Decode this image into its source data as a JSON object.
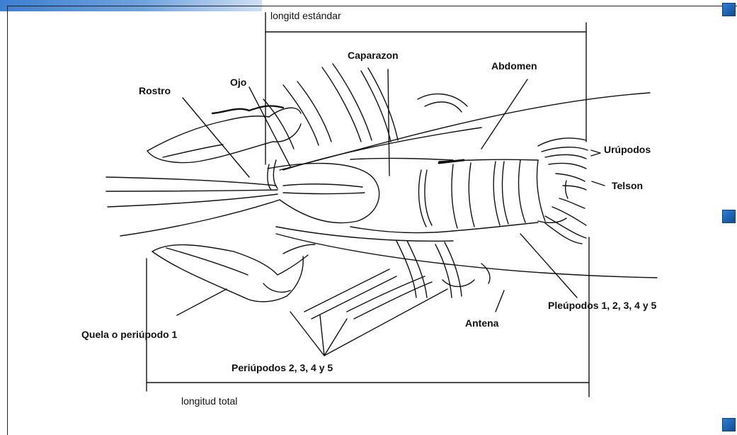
{
  "measures": {
    "standard_length": "longitd estándar",
    "total_length": "longitud total"
  },
  "parts": {
    "caparazon": "Caparazon",
    "abdomen": "Abdomen",
    "ojo": "Ojo",
    "rostro": "Rostro",
    "urupodos": "Urúpodos",
    "telson": "Telson",
    "pleupodos": "Pleúpodos 1, 2, 3, 4  y 5",
    "antena": "Antena",
    "quela": "Quela o periúpodo 1",
    "periupodos": "Periúpodos 2, 3, 4 y 5"
  },
  "colors": {
    "tab_strip": "#3d7ed0",
    "corner_widget": "#1a62b4",
    "line": "#111111"
  }
}
